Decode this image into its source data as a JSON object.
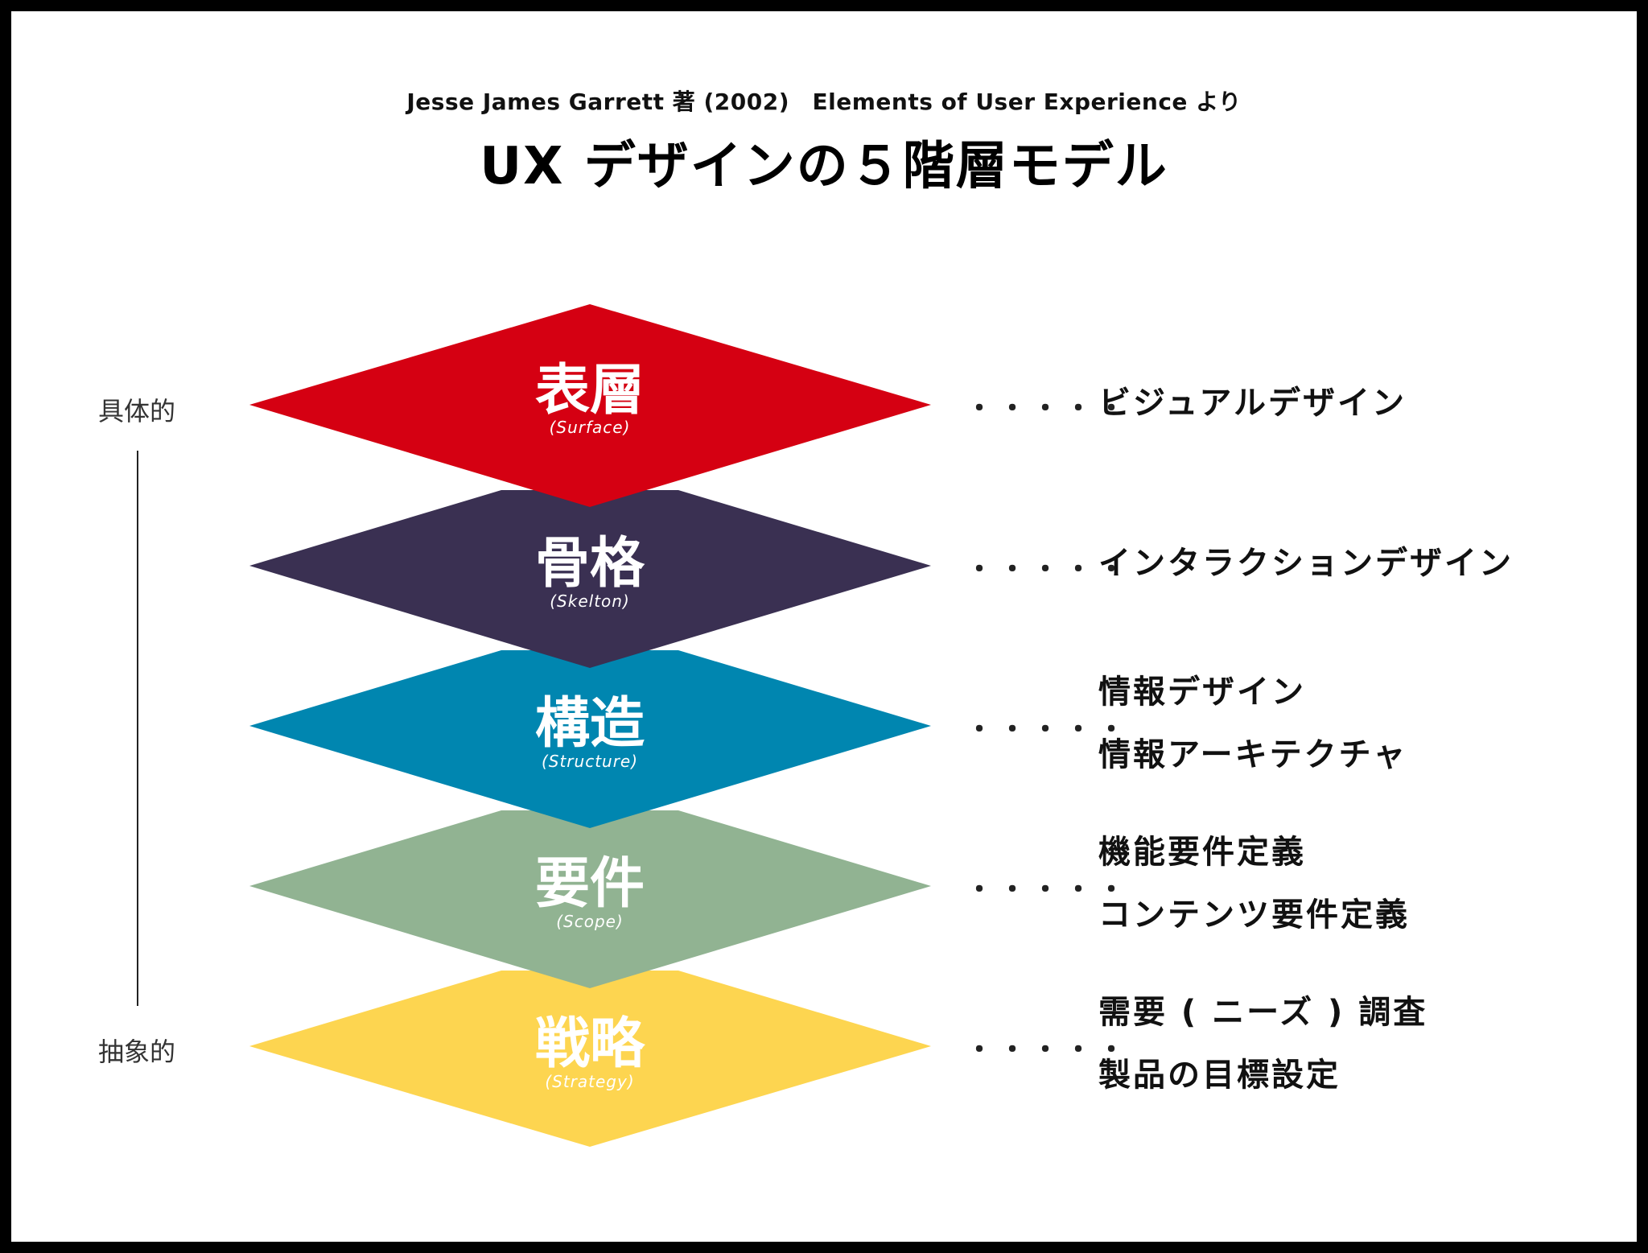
{
  "header": {
    "subtitle": "Jesse James Garrett 著 (2002)　Elements of User Experience より",
    "title": "UX デザインの５階層モデル"
  },
  "axis": {
    "top_label": "具体的",
    "bottom_label": "抽象的"
  },
  "layers": [
    {
      "name": "表層",
      "en": "(Surface)",
      "color": "#D50012",
      "descriptions": [
        "ビジュアルデザイン"
      ]
    },
    {
      "name": "骨格",
      "en": "(Skelton)",
      "color": "#3A3052",
      "descriptions": [
        "インタラクションデザイン"
      ]
    },
    {
      "name": "構造",
      "en": "(Structure)",
      "color": "#0086B0",
      "descriptions": [
        "情報デザイン",
        "情報アーキテクチャ"
      ]
    },
    {
      "name": "要件",
      "en": "(Scope)",
      "color": "#91B392",
      "descriptions": [
        "機能要件定義",
        "コンテンツ要件定義"
      ]
    },
    {
      "name": "戦略",
      "en": "(Strategy)",
      "color": "#FDD550",
      "descriptions": [
        "需要 ( ニーズ ) 調査",
        "製品の目標設定"
      ]
    }
  ],
  "connector": "・・・・・"
}
